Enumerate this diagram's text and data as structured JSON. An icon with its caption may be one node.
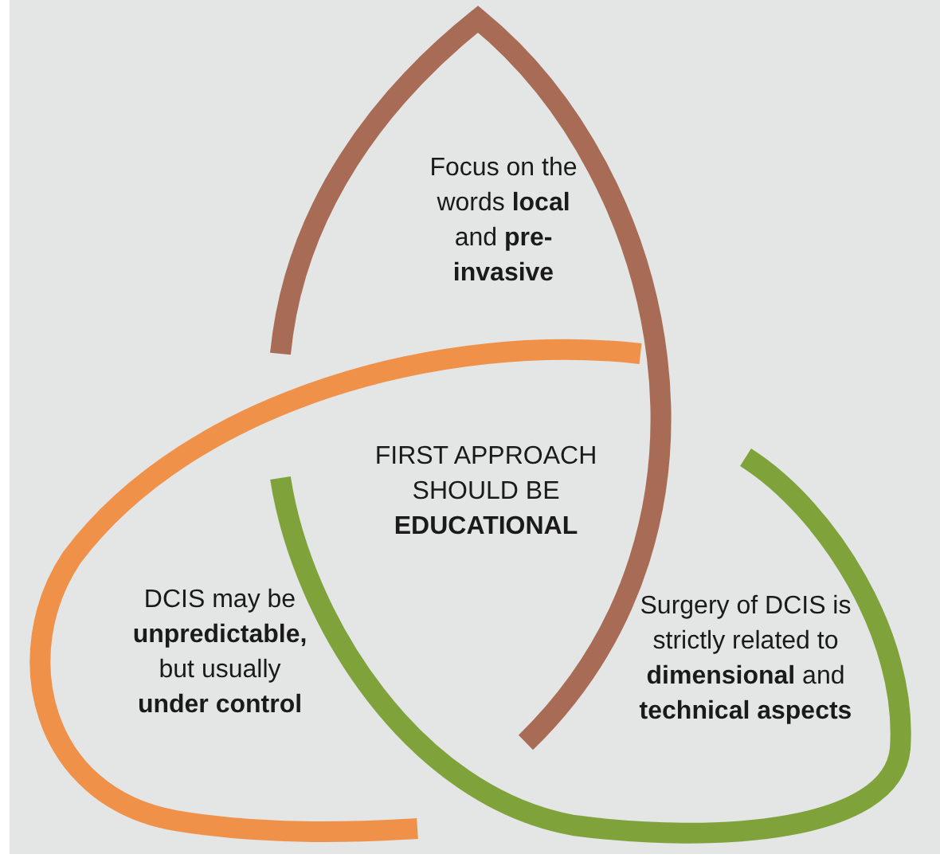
{
  "diagram": {
    "nodes": [
      {
        "text": [
          "Focus on the words **local** and **pre-invasive**"
        ]
      },
      {
        "text": [
          "FIRST APPROACH SHOULD BE **EDUCATIONAL**"
        ]
      },
      {
        "text": [
          "DCIS may be **unpredictable,** but usually **under control**"
        ]
      },
      {
        "text": [
          "Surgery of DCIS is strictly related to **dimensional** and **technical aspects**"
        ]
      }
    ]
  }
}
